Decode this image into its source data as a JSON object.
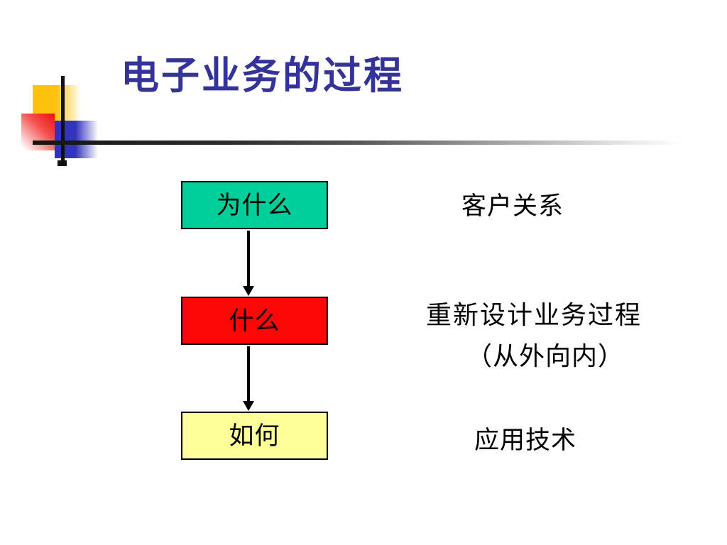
{
  "title": "电子业务的过程",
  "colors": {
    "title_text": "#333399",
    "decoration_yellow": "#FEC10D",
    "decoration_red": "#EE1111",
    "decoration_blue": "#3334BD",
    "rule_dark_end": "#141414",
    "box_border": "#000000",
    "arrow": "#000000",
    "body_text": "#000000"
  },
  "flowchart": {
    "boxes": [
      {
        "id": "why",
        "label": "为什么",
        "fill": "#00CF9C"
      },
      {
        "id": "what",
        "label": "什么",
        "fill": "#FC0606"
      },
      {
        "id": "how",
        "label": "如何",
        "fill": "#FFFF99"
      }
    ],
    "edges": [
      {
        "from": "why",
        "to": "what"
      },
      {
        "from": "what",
        "to": "how"
      }
    ]
  },
  "annotations": {
    "customer_relations": "客户关系",
    "redesign_line1": "重新设计业务过程",
    "redesign_line2": "（从外向内）",
    "apply_technology": "应用技术"
  }
}
